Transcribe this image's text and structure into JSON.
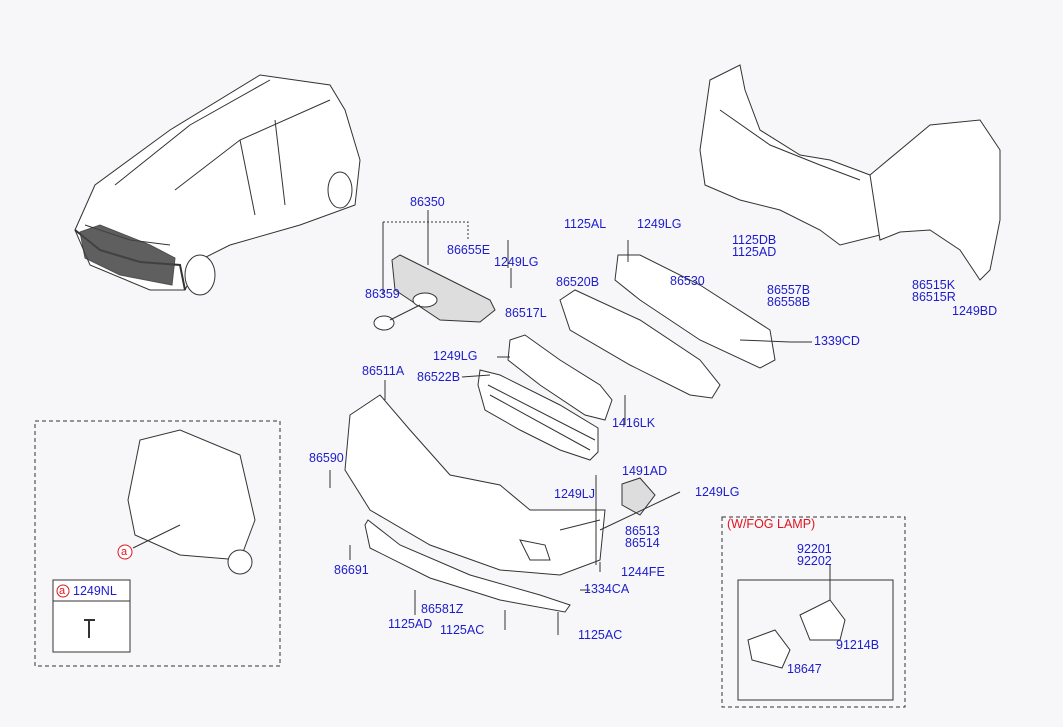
{
  "labels": {
    "p86350": "86350",
    "p86655E": "86655E",
    "p1249LG_a": "1249LG",
    "p86359": "86359",
    "p1125AL": "1125AL",
    "p1249LG_b": "1249LG",
    "p86520B": "86520B",
    "p86530": "86530",
    "p86517L": "86517L",
    "p1249LG_c": "1249LG",
    "p86522B": "86522B",
    "p86511A": "86511A",
    "p1416LK": "1416LK",
    "p1125DB": "1125DB",
    "p1125AD_a": "1125AD",
    "p86557B": "86557B",
    "p86558B": "86558B",
    "p86515K": "86515K",
    "p86515R": "86515R",
    "p1249BD": "1249BD",
    "p1339CD": "1339CD",
    "p86590": "86590",
    "p1491AD": "1491AD",
    "p1249LJ": "1249LJ",
    "p1249LG_d": "1249LG",
    "p86513": "86513",
    "p86514": "86514",
    "p1244FE": "1244FE",
    "p86691": "86691",
    "p1334CA": "1334CA",
    "p86581Z": "86581Z",
    "p1125AD_b": "1125AD",
    "p1125AC_a": "1125AC",
    "p1125AC_b": "1125AC",
    "p92201": "92201",
    "p92202": "92202",
    "p91214B": "91214B",
    "p18647": "18647"
  },
  "fog_lamp": {
    "title": "(W/FOG LAMP)"
  },
  "inset": {
    "marker": "a",
    "part": "1249NL"
  },
  "colors": {
    "label": "#1c1ccc",
    "note": "#e0141e",
    "line": "#333333"
  }
}
